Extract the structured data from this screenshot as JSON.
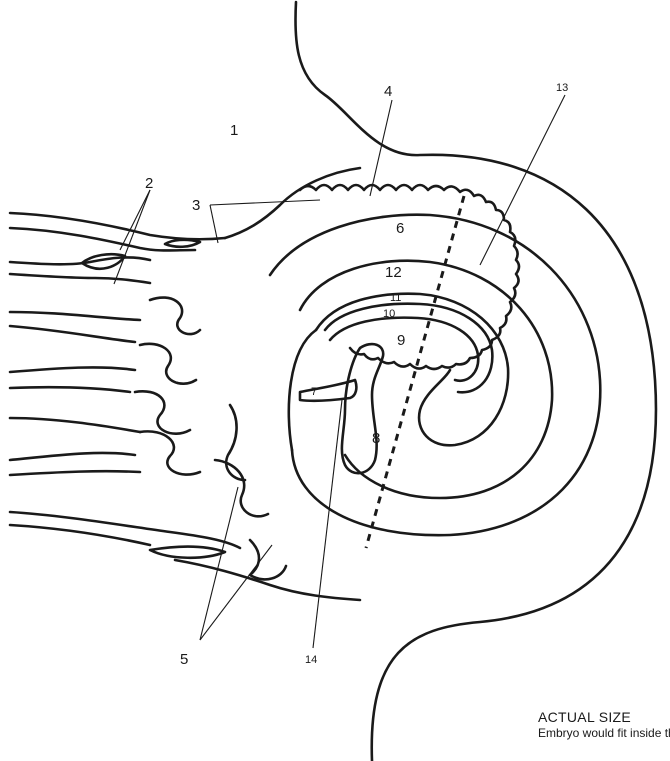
{
  "labels": {
    "l1": "1",
    "l2": "2",
    "l3": "3",
    "l4": "4",
    "l5": "5",
    "l6": "6",
    "l7": "7",
    "l8": "8",
    "l9": "9",
    "l10": "10",
    "l11": "11",
    "l12": "12",
    "l13": "13",
    "l14": "14"
  },
  "caption": {
    "title": "ACTUAL SIZE",
    "text": "Embryo would fit inside the letter o."
  }
}
